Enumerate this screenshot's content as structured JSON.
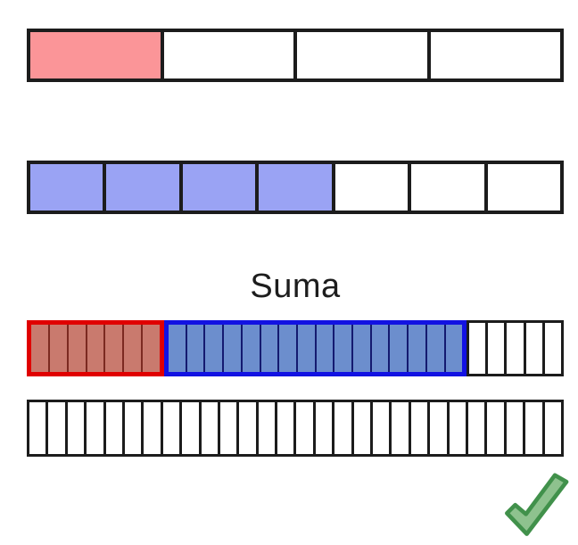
{
  "labels": {
    "sum": "Suma"
  },
  "colors": {
    "outline_black": "#1c1c1c",
    "quarter_fill": "#fb9598",
    "sevenths_fill": "#9aa3f4",
    "sum_red_fill": "#c97a6e",
    "sum_red_divider": "#7c2a21",
    "sum_red_outline": "#e00000",
    "sum_blue_fill": "#6c8ecd",
    "sum_blue_divider": "#141a70",
    "sum_blue_outline": "#1212e2",
    "empty_fill": "#ffffff",
    "check_fill": "#8ec28e",
    "check_stroke": "#41914b"
  },
  "bars": {
    "quarters": {
      "cells": 4,
      "filled": 1,
      "fill": "#fb9598",
      "divider": "#1c1c1c",
      "divider_width": 4,
      "outline": "#1c1c1c",
      "outline_width": 4
    },
    "sevenths": {
      "cells": 7,
      "filled": 4,
      "fill": "#9aa3f4",
      "divider": "#1c1c1c",
      "divider_width": 4,
      "outline": "#1c1c1c",
      "outline_width": 4
    },
    "sum_red": {
      "cells": 7,
      "filled": 7,
      "fill": "#c97a6e",
      "divider": "#7c2a21",
      "divider_width": 2.5,
      "outline": "#e00000",
      "outline_width": 5
    },
    "sum_blue": {
      "cells": 16,
      "filled": 16,
      "fill": "#6c8ecd",
      "divider": "#141a70",
      "divider_width": 2.5,
      "outline": "#1212e2",
      "outline_width": 5
    },
    "sum_empty": {
      "cells": 5,
      "filled": 0,
      "fill": "#ffffff",
      "divider": "#1c1c1c",
      "divider_width": 3,
      "outline": "#1c1c1c",
      "outline_width": 3
    },
    "reference": {
      "cells": 28,
      "filled": 0,
      "fill": "#ffffff",
      "divider": "#1c1c1c",
      "divider_width": 3,
      "outline": "#1c1c1c",
      "outline_width": 3
    }
  },
  "icons": {
    "checkmark": "green-checkmark"
  }
}
